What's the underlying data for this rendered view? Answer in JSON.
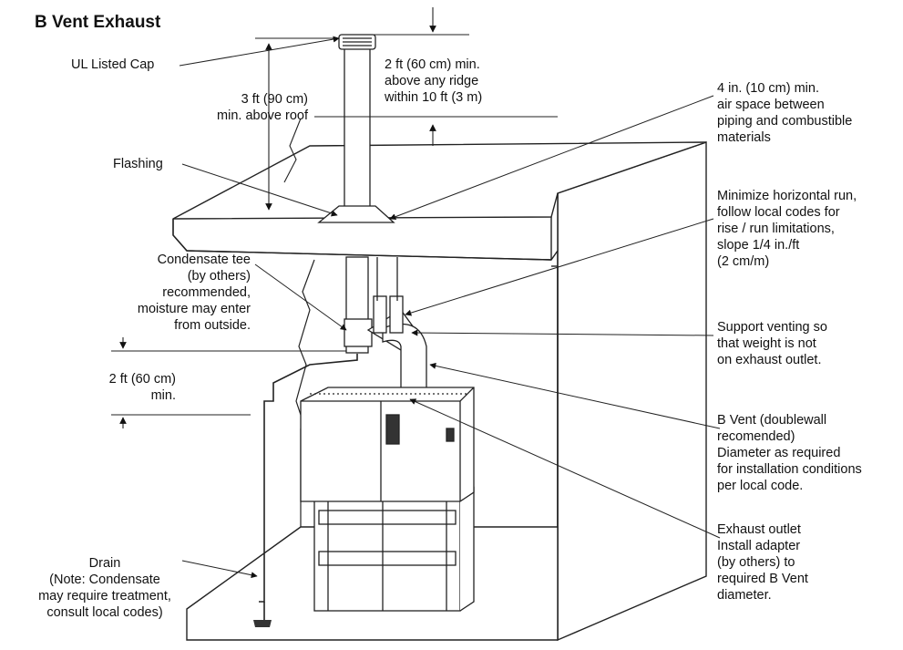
{
  "title": "B Vent Exhaust",
  "labels": {
    "ul_cap": "UL Listed Cap",
    "ridge": "2 ft (60 cm) min.\nabove any ridge\nwithin 10 ft (3 m)",
    "air_space": "4 in. (10 cm) min.\nair space between\npiping and combustible\nmaterials",
    "above_roof": "3 ft (90 cm)\nmin. above roof",
    "flashing": "Flashing",
    "horizontal_run": "Minimize horizontal run,\nfollow local codes for\nrise / run limitations,\nslope 1/4 in./ft\n(2 cm/m)",
    "condensate_tee": "Condensate tee\n(by others)\nrecommended,\nmoisture may enter\nfrom outside.",
    "support": "Support venting so\nthat weight is not\non exhaust outlet.",
    "drop_min": "2 ft (60 cm)\nmin.",
    "b_vent": "B Vent (doublewall\nrecomended)\nDiameter as required\nfor installation conditions\nper local code.",
    "exhaust_outlet": "Exhaust outlet\nInstall adapter\n(by others) to\nrequired B Vent\ndiameter.",
    "drain": "Drain\n(Note: Condensate\nmay require treatment,\nconsult local codes)"
  }
}
